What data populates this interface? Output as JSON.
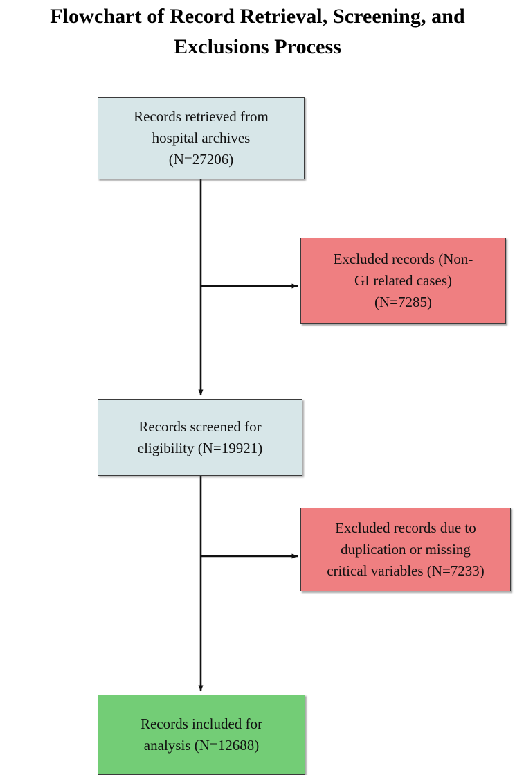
{
  "title": {
    "line1": "Flowchart of Record Retrieval, Screening, and",
    "line2": "Exclusions Process"
  },
  "colors": {
    "included_fill": "#d7e6e8",
    "excluded_fill": "#ef7f81",
    "final_fill": "#73cd76",
    "border": "#3b3b3b",
    "connector": "#111111",
    "background": "#ffffff"
  },
  "chart_data": {
    "type": "diagram",
    "diagram_kind": "flowchart",
    "title": "Flowchart of Record Retrieval, Screening, and Exclusions Process",
    "orientation": "top-to-bottom with right-side exclusion branches",
    "nodes": [
      {
        "id": "records-retrieved",
        "category": "main",
        "fill": "#d7e6e8",
        "lines": [
          "Records retrieved from",
          "hospital archives",
          "(N=27206)"
        ],
        "text": "Records retrieved from hospital archives (N=27206)",
        "count": 27206
      },
      {
        "id": "excluded-non-gi",
        "category": "exclusion",
        "fill": "#ef7f81",
        "lines": [
          "Excluded records (Non-",
          "GI related cases)",
          "(N=7285)"
        ],
        "text": "Excluded records (Non-GI related cases) (N=7285)",
        "count": 7285
      },
      {
        "id": "records-screened",
        "category": "main",
        "fill": "#d7e6e8",
        "lines": [
          "Records screened for",
          "eligibility (N=19921)"
        ],
        "text": "Records screened for eligibility (N=19921)",
        "count": 19921
      },
      {
        "id": "excluded-duplication",
        "category": "exclusion",
        "fill": "#ef7f81",
        "lines": [
          "Excluded records due to",
          "duplication or missing",
          "critical variables (N=7233)"
        ],
        "text": "Excluded records due to duplication or missing critical variables (N=7233)",
        "count": 7233
      },
      {
        "id": "records-included",
        "category": "final",
        "fill": "#73cd76",
        "lines": [
          "Records included for",
          "analysis (N=12688)"
        ],
        "text": "Records included for analysis (N=12688)",
        "count": 12688
      }
    ],
    "edges": [
      {
        "from": "records-retrieved",
        "to": "records-screened",
        "kind": "vertical",
        "arrow": true
      },
      {
        "from": "records-retrieved",
        "to": "excluded-non-gi",
        "kind": "branch-right",
        "arrow": true
      },
      {
        "from": "records-screened",
        "to": "records-included",
        "kind": "vertical",
        "arrow": true
      },
      {
        "from": "records-screened",
        "to": "excluded-duplication",
        "kind": "branch-right",
        "arrow": true
      }
    ]
  }
}
